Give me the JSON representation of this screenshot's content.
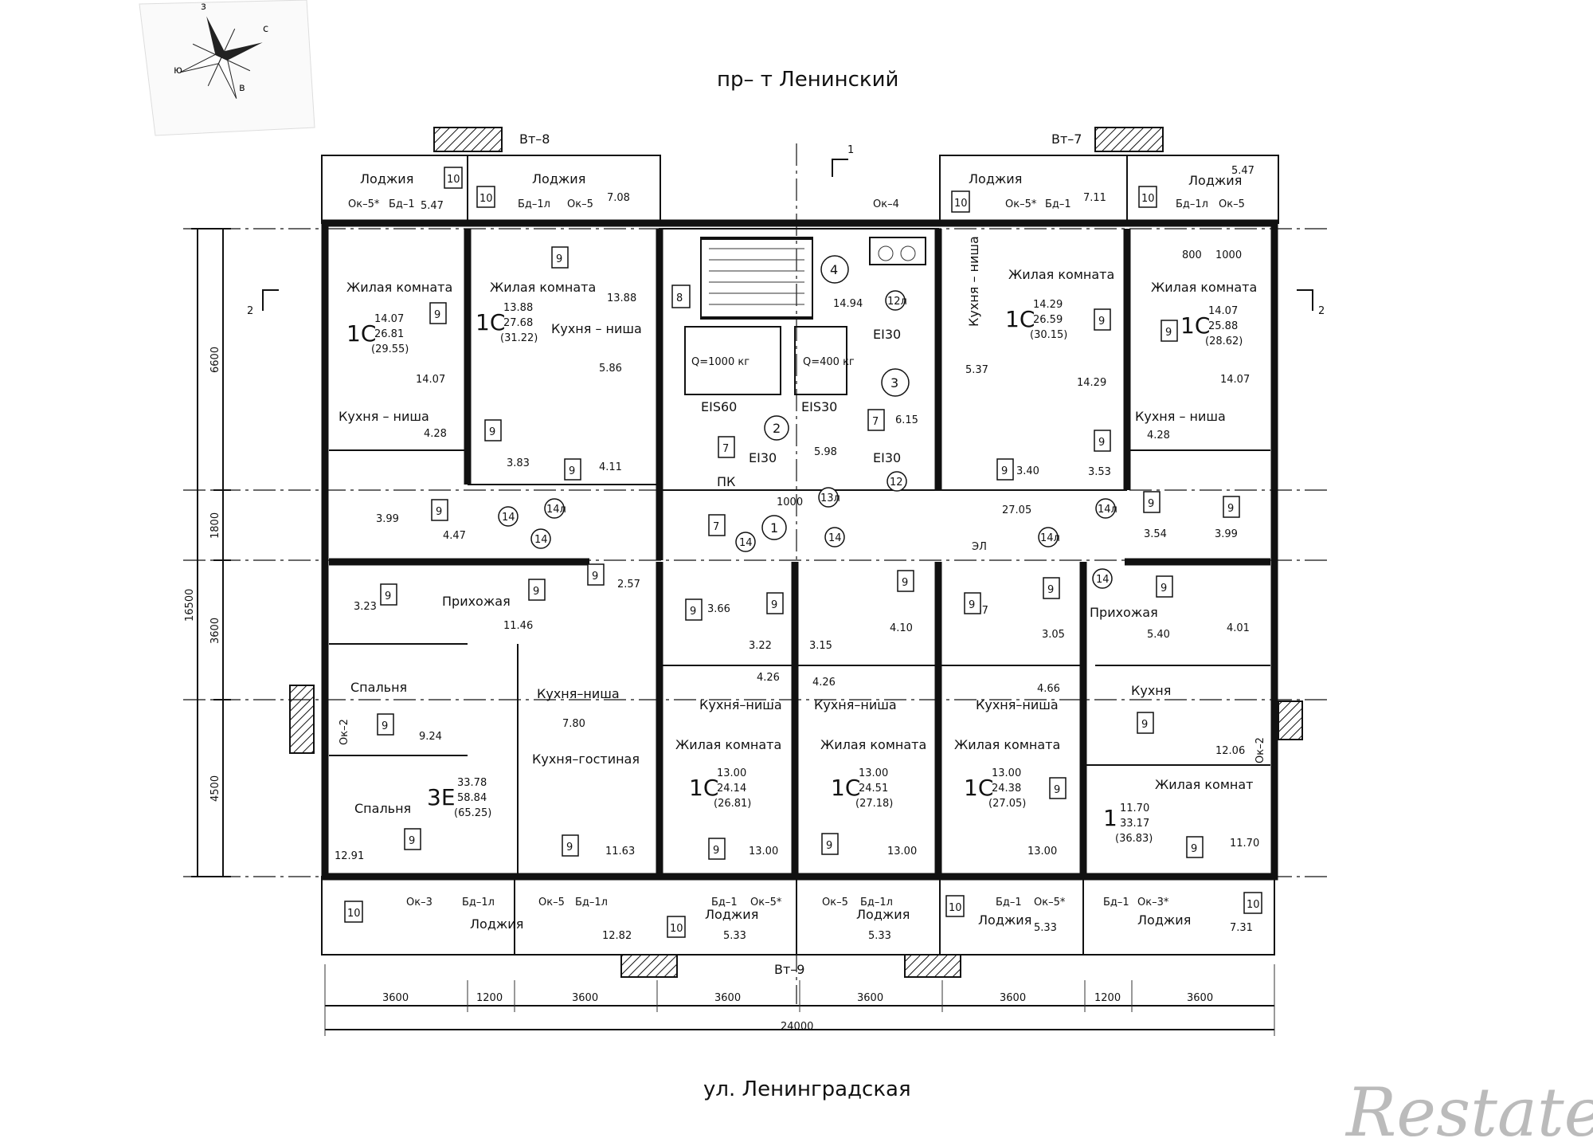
{
  "streets": {
    "top": "пр– т  Ленинский",
    "bottom": "ул.  Ленинградская"
  },
  "watermark": "Restate",
  "compass": {
    "n": "з",
    "e": "с",
    "s": "в",
    "w": "ю"
  },
  "section_marks": {
    "s1": "1",
    "s2_left": "2",
    "s2_right": "2"
  },
  "vents": {
    "v8": "Вт–8",
    "v7": "Вт–7",
    "v9": "Вт–9"
  },
  "dims": {
    "left": [
      "6600",
      "1800",
      "3600",
      "4500"
    ],
    "total_left": "16500",
    "bottom": [
      "3600",
      "1200",
      "3600",
      "3600",
      "3600",
      "3600",
      "1200",
      "3600"
    ],
    "total_bottom": "24000"
  },
  "rooms": {
    "loggia": "Лоджия",
    "living": "Жилая комната",
    "living_cut": "Жилая комнат",
    "kitchen_niche": "Кухня – ниша",
    "kitchen_niche2": "Кухня–ниша",
    "kitchen_living": "Кухня–гостиная",
    "kitchen": "Кухня",
    "hall": "Прихожая",
    "bedroom": "Спальня",
    "kitchen_niche_v": "Кухня – ниша"
  },
  "windows": {
    "ok5s": "Ок–5*",
    "ok5": "Ок–5",
    "ok4": "Ок–4",
    "ok3": "Ок–3",
    "ok3s": "Ок–3*",
    "ok2": "Ок–2",
    "bg1": "Бд–1",
    "bg1l": "Бд–1л",
    "el": "ЭЛ",
    "pk": "ПК"
  },
  "lifts": {
    "big": "Q=1000  кг",
    "small": "Q=400  кг"
  },
  "fire": {
    "ei30": "EI30",
    "eis60": "EIS60",
    "eis30": "EIS30",
    "door": "1000"
  },
  "apartments": [
    {
      "type": "1С",
      "num": "14.07",
      "den": "26.81",
      "total": "(29.55)"
    },
    {
      "type": "1С",
      "num": "13.88",
      "den": "27.68",
      "total": "(31.22)"
    },
    {
      "type": "1С",
      "num": "14.29",
      "den": "26.59",
      "total": "(30.15)"
    },
    {
      "type": "1С",
      "num": "14.07",
      "den": "25.88",
      "total": "(28.62)"
    },
    {
      "type": "3Е",
      "num": "33.78",
      "den": "58.84",
      "total": "(65.25)"
    },
    {
      "type": "1С",
      "num": "13.00",
      "den": "24.14",
      "total": "(26.81)"
    },
    {
      "type": "1С",
      "num": "13.00",
      "den": "24.51",
      "total": "(27.18)"
    },
    {
      "type": "1С",
      "num": "13.00",
      "den": "24.38",
      "total": "(27.05)"
    },
    {
      "type": "1",
      "num": "11.70",
      "den": "33.17",
      "total": "(36.83)"
    }
  ],
  "areas": {
    "a547": "5.47",
    "a708": "7.08",
    "a711": "7.11",
    "a547r": "5.47",
    "a1407": "14.07",
    "a1388": "13.88",
    "a1429": "14.29",
    "a1407r": "14.07",
    "a586": "5.86",
    "a537": "5.37",
    "a428": "4.28",
    "a428r": "4.28",
    "a383": "3.83",
    "a411": "4.11",
    "a340": "3.40",
    "a353": "3.53",
    "a399": "3.99",
    "a447": "4.47",
    "a354": "3.54",
    "a399r": "3.99",
    "a1494": "14.94",
    "a615": "6.15",
    "a598": "5.98",
    "a2705": "27.05",
    "a323": "3.23",
    "a1146": "11.46",
    "a257": "2.57",
    "a366": "3.66",
    "a322": "3.22",
    "a315": "3.15",
    "a410": "4.10",
    "a367": "3.67",
    "a305": "3.05",
    "a540": "5.40",
    "a401": "4.01",
    "a426": "4.26",
    "a426b": "4.26",
    "a466": "4.66",
    "a924": "9.24",
    "a780": "7.80",
    "a1206": "12.06",
    "a1291": "12.91",
    "a1163": "11.63",
    "a1300a": "13.00",
    "a1300b": "13.00",
    "a1300c": "13.00",
    "a1170": "11.70",
    "a1282": "12.82",
    "a533a": "5.33",
    "a533b": "5.33",
    "a533c": "5.33",
    "a731": "7.31"
  },
  "tags": {
    "t9": "9",
    "t10": "10",
    "t8": "8",
    "t7": "7"
  },
  "circles": {
    "c1": "1",
    "c2": "2",
    "c3": "3",
    "c4": "4",
    "c12": "12",
    "c12a": "12л",
    "c13": "13л",
    "c14": "14",
    "c14a": "14л"
  },
  "sizes": {
    "s800": "800",
    "s1000": "1000"
  }
}
